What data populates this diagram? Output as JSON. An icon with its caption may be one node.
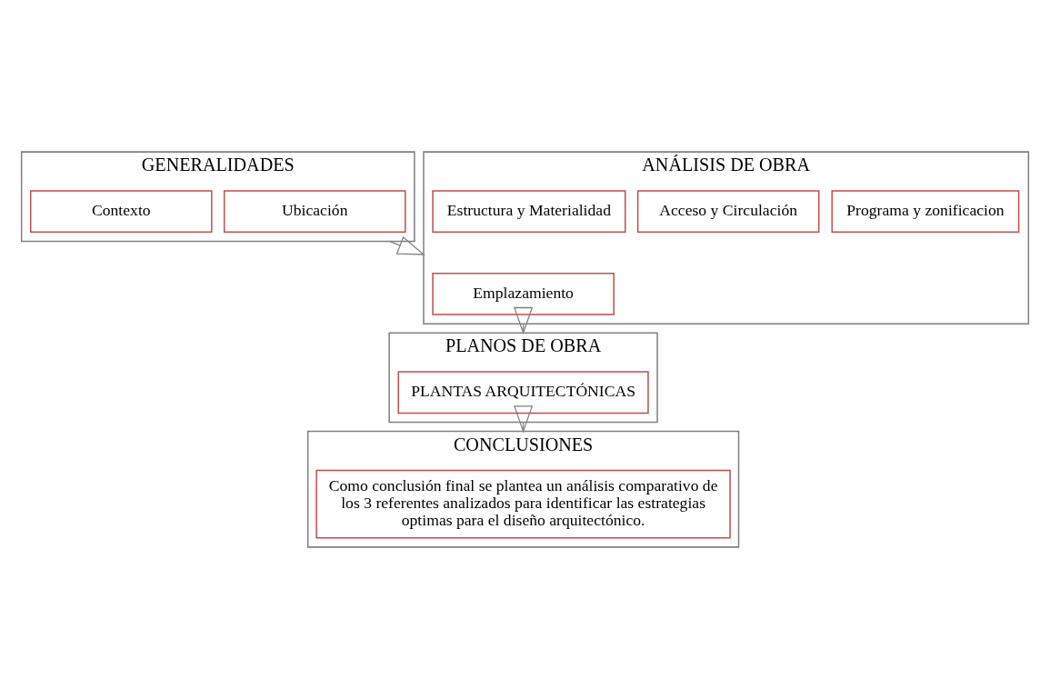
{
  "diagram": {
    "nodes": [
      {
        "text": [
          "GENERALIDADES"
        ]
      },
      {
        "text": [
          "Ubicación"
        ],
        "in": 0
      },
      {
        "text": [
          "Contexto"
        ],
        "in": 0
      },
      {
        "text": [
          "ANÁLISIS DE OBRA"
        ]
      },
      {
        "text": [
          "Emplazamiento"
        ],
        "in": 3
      },
      {
        "text": [
          "Programa y zonificacion"
        ],
        "in": 3
      },
      {
        "text": [
          "Acceso y Circulación"
        ],
        "in": 3
      },
      {
        "text": [
          "Estructura y Materialidad"
        ],
        "in": 3
      },
      {
        "text": [
          "PLANOS DE OBRA"
        ]
      },
      {
        "text": [
          "PLANTAS ARQUITECTÓNICAS"
        ],
        "in": 8
      },
      {
        "text": [
          "CONCLUSIONES"
        ]
      },
      {
        "text": [
          "Como conclusión final se plantea un análisis comparativo de los 3 referentes analizados para identificar las estrategias optimas para el diseño arquitectónico."
        ],
        "in": 10
      }
    ],
    "edges": [
      {
        "from": 0,
        "to": 3,
        "arrow": "to"
      },
      {
        "from": 3,
        "to": 8,
        "arrow": "to"
      },
      {
        "from": 8,
        "to": 10,
        "arrow": "to"
      }
    ]
  }
}
